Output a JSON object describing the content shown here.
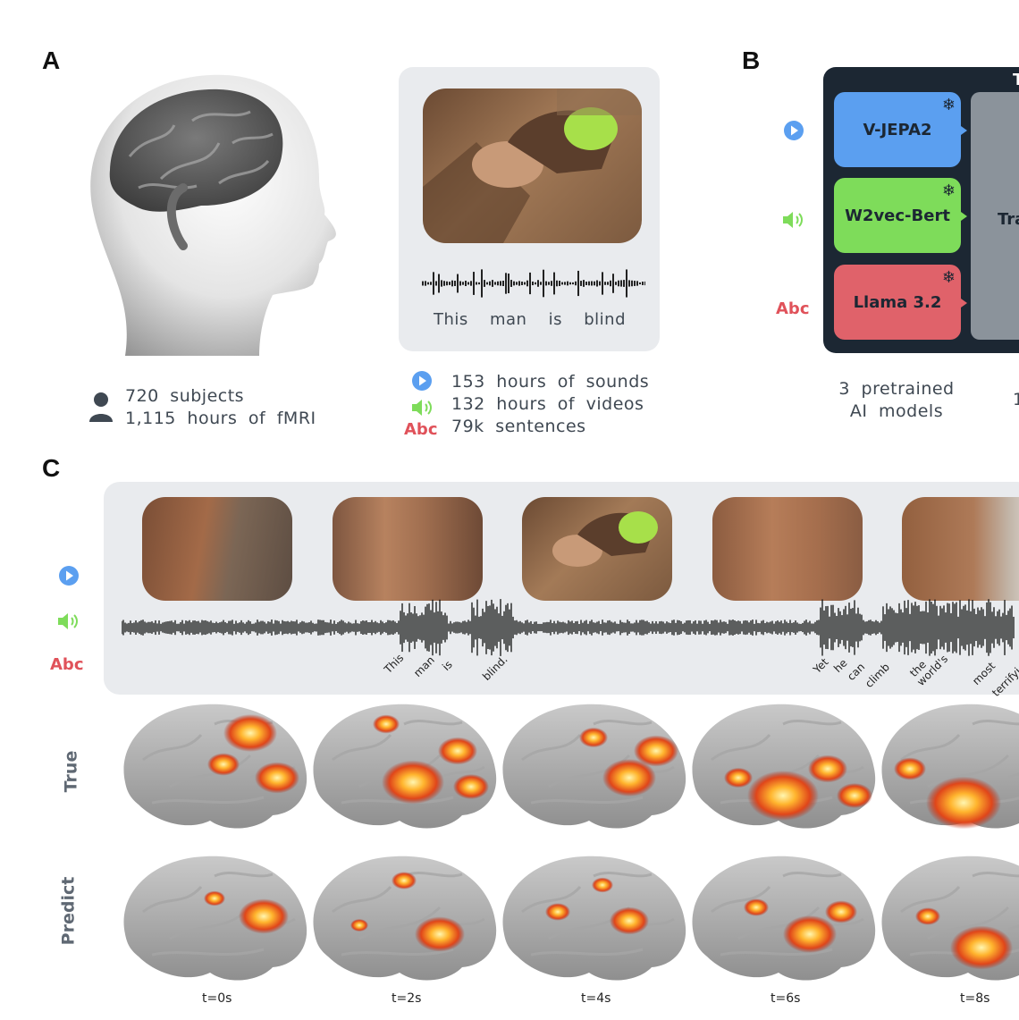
{
  "panels": {
    "a": "A",
    "b": "B",
    "c": "C"
  },
  "panel_a": {
    "stats_subjects": "720 subjects",
    "stats_hours": "1,115 hours of fMRI",
    "transcript_words": [
      "This",
      "man",
      "is",
      "blind"
    ],
    "modality_stats": [
      {
        "icon": "play-icon",
        "text": "153 hours of sounds"
      },
      {
        "icon": "speaker-icon",
        "text": "132 hours of videos"
      },
      {
        "icon": "abc-icon",
        "label": "Abc",
        "text": "79k sentences"
      }
    ]
  },
  "panel_b": {
    "models": [
      {
        "name": "V-JEPA2",
        "color": "#5b9ff0",
        "icon": "play-icon"
      },
      {
        "name": "W2vec-Bert",
        "color": "#7edc5a",
        "icon": "speaker-icon"
      },
      {
        "name": "Llama 3.2",
        "color": "#e0626a",
        "icon": "abc-icon"
      }
    ],
    "abc_label": "Abc",
    "header_fragment": "T",
    "transformer_fragment": "Tra",
    "caption_line1": "3 pretrained",
    "caption_line2": "AI models",
    "right_fragment": "1"
  },
  "panel_c": {
    "abc_label": "Abc",
    "words": [
      "This",
      "man",
      "is",
      "blind.",
      "Yet",
      "he",
      "can",
      "climb",
      "the",
      "world's",
      "most",
      "terrifyi"
    ],
    "row_true": "True",
    "row_predict": "Predict",
    "times": [
      "t=0s",
      "t=2s",
      "t=4s",
      "t=6s",
      "t=8s"
    ]
  },
  "colors": {
    "video": "#5b9ff0",
    "audio": "#7edc5a",
    "text": "#e0525a",
    "dark_panel": "#1c2733",
    "card_bg": "#e9ebee"
  }
}
